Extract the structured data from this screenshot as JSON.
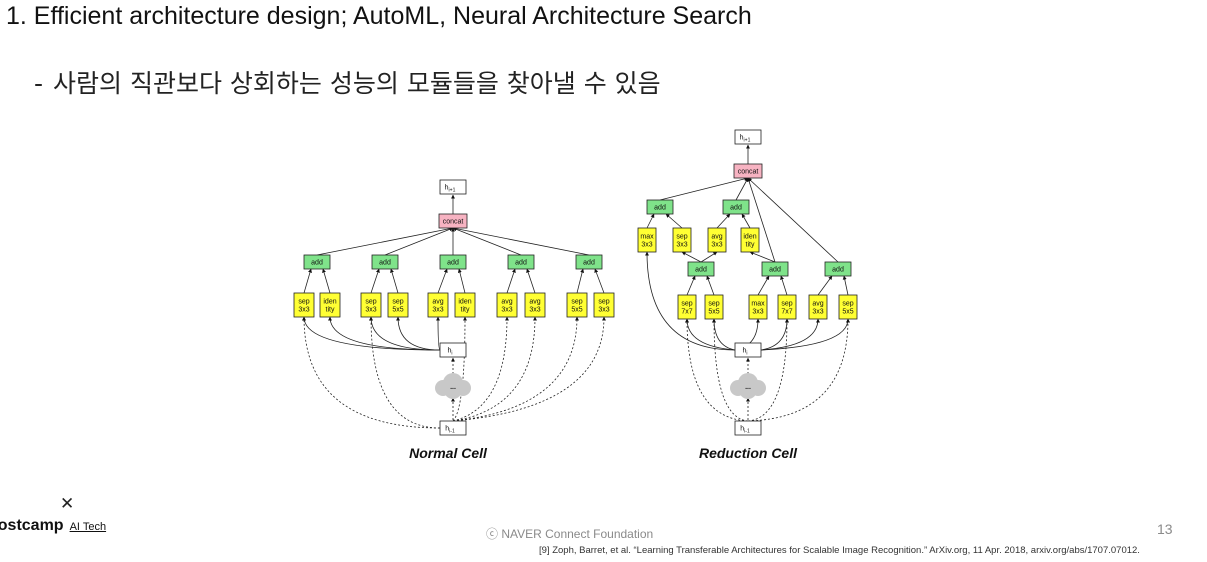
{
  "slide": {
    "title": "1. Efficient architecture design; AutoML, Neural Architecture Search",
    "subtitle_dash": "-",
    "subtitle": "사람의 직관보다 상회하는 성능의 모듈들을 찾아낼 수 있음"
  },
  "diagram": {
    "normal_cell": {
      "label": "Normal Cell",
      "output": "h i+1",
      "concat": "concat",
      "adds": [
        "add",
        "add",
        "add",
        "add",
        "add"
      ],
      "ops": [
        [
          "sep",
          "3x3"
        ],
        [
          "iden",
          "tity"
        ],
        [
          "sep",
          "3x3"
        ],
        [
          "sep",
          "5x5"
        ],
        [
          "avg",
          "3x3"
        ],
        [
          "iden",
          "tity"
        ],
        [
          "avg",
          "3x3"
        ],
        [
          "avg",
          "3x3"
        ],
        [
          "sep",
          "5x5"
        ],
        [
          "sep",
          "3x3"
        ]
      ],
      "h_i": "h i",
      "h_prev": "h i-1",
      "ellipsis": "..."
    },
    "reduction_cell": {
      "label": "Reduction Cell",
      "output": "h i+1",
      "concat": "concat",
      "adds": [
        "add",
        "add",
        "add",
        "add",
        "add"
      ],
      "top_ops": [
        [
          "max",
          "3x3"
        ],
        [
          "sep",
          "3x3"
        ],
        [
          "avg",
          "3x3"
        ],
        [
          "iden",
          "tity"
        ]
      ],
      "bottom_ops": [
        [
          "sep",
          "7x7"
        ],
        [
          "sep",
          "5x5"
        ],
        [
          "max",
          "3x3"
        ],
        [
          "sep",
          "7x7"
        ],
        [
          "avg",
          "3x3"
        ],
        [
          "sep",
          "5x5"
        ]
      ],
      "h_i": "h i",
      "h_prev": "h i-1",
      "ellipsis": "..."
    },
    "colors": {
      "add": "#7fe38a",
      "op": "#ffff33",
      "concat": "#f7b3c2",
      "cloud": "#c8c8c8"
    }
  },
  "footer": {
    "brand": "oostcamp",
    "brand_tag": "AI Tech",
    "x_mark": "✕",
    "copyright": "ⓒ  NAVER Connect Foundation",
    "page_number": "13",
    "citation": "[9] Zoph, Barret, et al. “Learning Transferable Architectures for Scalable Image Recognition.” ArXiv.org, 11 Apr. 2018, arxiv.org/abs/1707.07012."
  }
}
